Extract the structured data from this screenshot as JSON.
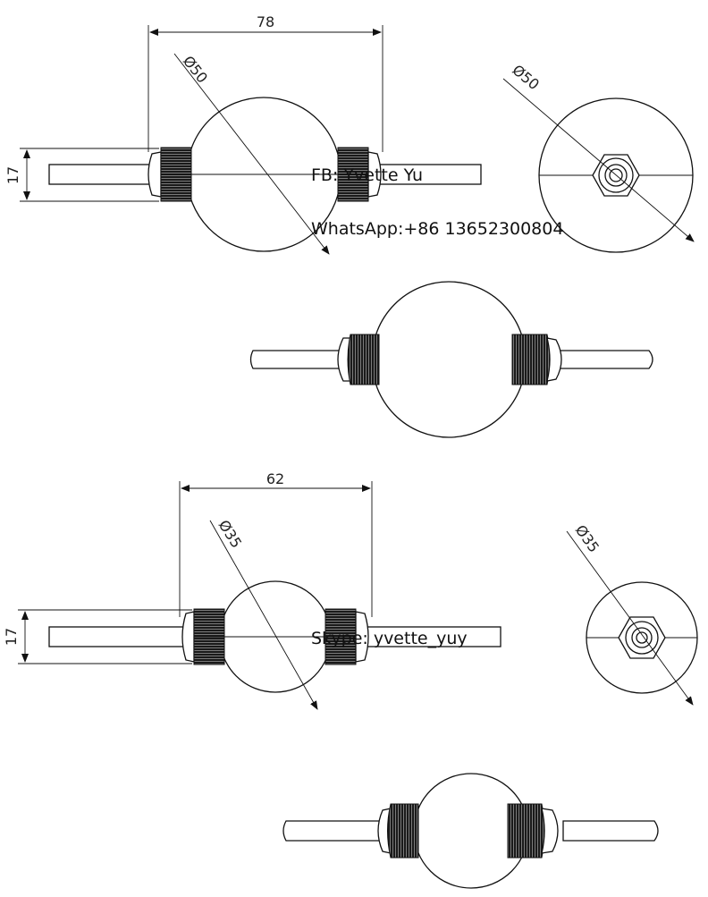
{
  "dimensions": {
    "top_length": "78",
    "top_height": "17",
    "top_diameter": "Ø50",
    "top_side_diameter": "Ø50",
    "bottom_length": "62",
    "bottom_height": "17",
    "bottom_diameter": "Ø35",
    "bottom_side_diameter": "Ø35"
  },
  "watermarks": {
    "facebook": "FB: Yvette Yu",
    "whatsapp": "WhatsApp:+86 13652300804",
    "skype": "Skype:  yvette_yuy"
  },
  "colors": {
    "line": "#111111",
    "nut": "#1a1a1a",
    "background": "#ffffff"
  }
}
